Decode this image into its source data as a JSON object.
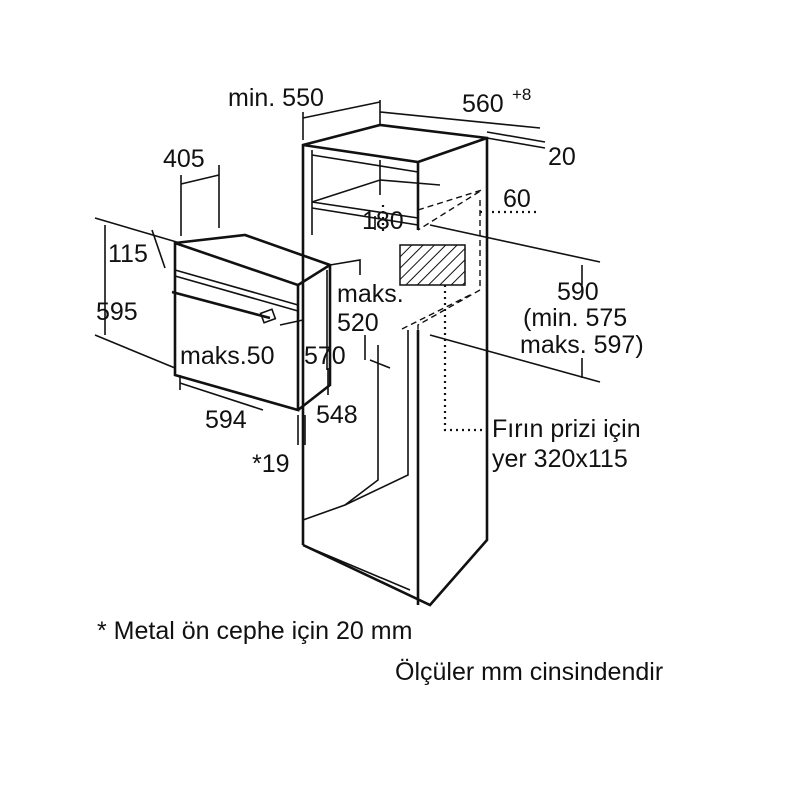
{
  "labels": {
    "min_550": "min. 550",
    "w560": "560",
    "w560_tol": "+8",
    "d20": "20",
    "d405": "405",
    "d180": "180",
    "d60": "60",
    "d115": "115",
    "maks": "maks.",
    "d520": "520",
    "d595": "595",
    "d590": "590",
    "min575": "(min. 575",
    "maks597": "maks. 597)",
    "maks50": "maks.50",
    "d570": "570",
    "d594": "594",
    "d548": "548",
    "star19": "*19",
    "socket_line1": "Fırın prizi için",
    "socket_line2": "yer 320x115"
  },
  "notes": {
    "metal_front": "* Metal ön cephe için 20 mm",
    "units": "Ölçüler mm cinsindendir"
  }
}
